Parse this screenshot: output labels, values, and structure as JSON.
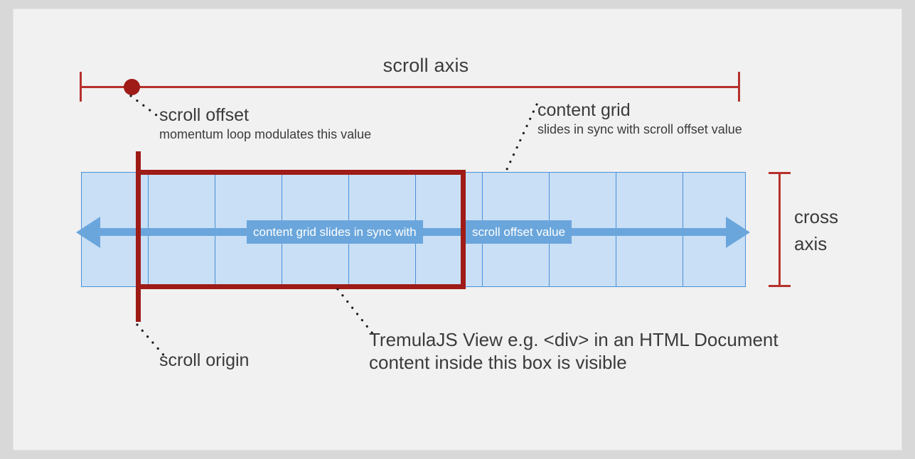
{
  "diagram": {
    "title": "scroll axis",
    "colors": {
      "background": "#d8d8d8",
      "canvas": "#f1f1f1",
      "axis_red": "#b7312c",
      "marker_red": "#9e1b17",
      "grid_fill": "#c9dff5",
      "grid_stroke": "#4a90d9",
      "arrow_blue": "#6aa6dc",
      "text": "#3b3b3b"
    }
  },
  "scroll_axis": {
    "title": "scroll axis",
    "marker_name": "scroll-offset-marker"
  },
  "annotations": {
    "scroll_offset": {
      "title": "scroll offset",
      "subtitle": "momentum loop modulates this value"
    },
    "content_grid": {
      "title": "content grid",
      "subtitle": "slides in sync with scroll offset value"
    },
    "scroll_origin": {
      "title": "scroll origin",
      "subtitle": ""
    },
    "view": {
      "title": "TremulaJS View   e.g. <div> in an HTML Document",
      "subtitle": "content inside this box is visible"
    }
  },
  "arrow": {
    "label_left": "content grid slides in sync with",
    "label_right": "scroll offset value",
    "direction": "bidirectional"
  },
  "cross_axis": {
    "line1": "cross",
    "line2": "axis"
  },
  "grid": {
    "columns": 10,
    "column_x": [
      95,
      189,
      283,
      377,
      471,
      565,
      659,
      753,
      847,
      941,
      1030
    ]
  }
}
